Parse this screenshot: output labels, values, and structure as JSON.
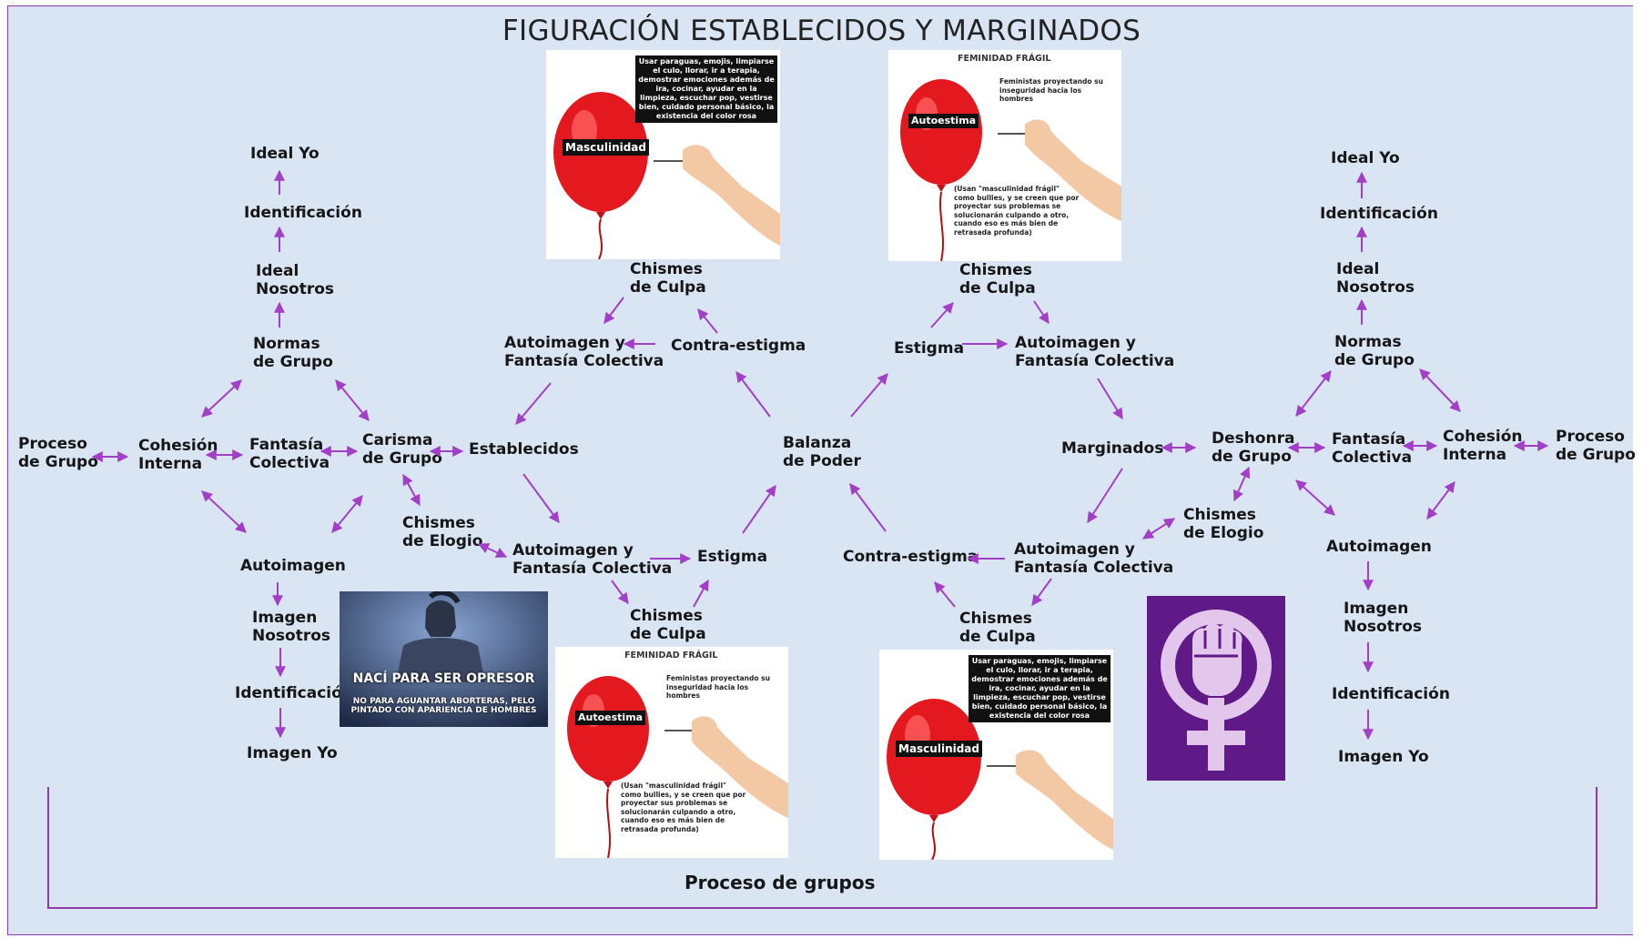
{
  "title": "FIGURACIÓN ESTABLECIDOS Y MARGINADOS",
  "footer": "Proceso de grupos",
  "colors": {
    "arrow": "#a23fc6",
    "frame": "#8e3aa8",
    "background": "#dae5f4",
    "feminist_bg": "#5f1a88",
    "feminist_symbol": "#e2c6ec",
    "balloon": "#e4191f"
  },
  "left": {
    "ideal_yo": "Ideal Yo",
    "identificacion_top": "Identificación",
    "ideal_nosotros": "Ideal\nNosotros",
    "normas": "Normas\nde Grupo",
    "proceso": "Proceso\nde Grupo",
    "cohesion": "Cohesión\nInterna",
    "fantasia": "Fantasía\nColectiva",
    "carisma": "Carisma\nde Grupo",
    "establecidos": "Establecidos",
    "chismes_elogio": "Chismes\nde Elogio",
    "autoimagen": "Autoimagen",
    "imagen_nosotros": "Imagen\nNosotros",
    "identificacion_bottom": "Identificación",
    "imagen_yo": "Imagen Yo"
  },
  "center": {
    "chismes_culpa_tl": "Chismes\nde Culpa",
    "autoimagen_tl": "Autoimagen y\nFantasía Colectiva",
    "contra_estigma_t": "Contra-estigma",
    "chismes_culpa_tr": "Chismes\nde Culpa",
    "estigma_t": "Estigma",
    "autoimagen_tr": "Autoimagen y\nFantasía Colectiva",
    "balanza": "Balanza\nde Poder",
    "autoimagen_bl": "Autoimagen y\nFantasía Colectiva",
    "estigma_b": "Estigma",
    "chismes_culpa_bl": "Chismes\nde Culpa",
    "contra_estigma_b": "Contra-estigma",
    "autoimagen_br": "Autoimagen y\nFantasía Colectiva",
    "chismes_culpa_br": "Chismes\nde Culpa"
  },
  "right": {
    "ideal_yo": "Ideal Yo",
    "identificacion_top": "Identificación",
    "ideal_nosotros": "Ideal\nNosotros",
    "normas": "Normas\nde Grupo",
    "marginados": "Marginados",
    "deshonra": "Deshonra\nde Grupo",
    "fantasia": "Fantasía\nColectiva",
    "cohesion": "Cohesión\nInterna",
    "proceso": "Proceso\nde Grupo",
    "chismes_elogio": "Chismes\nde Elogio",
    "autoimagen": "Autoimagen",
    "imagen_nosotros": "Imagen\nNosotros",
    "identificacion_bottom": "Identificación",
    "imagen_yo": "Imagen Yo"
  },
  "images": {
    "masculinidad": {
      "caption": "Usar paraguas, emojis, limpiarse el culo, llorar, ir a terapia, demostrar emociones además de ira, cocinar, ayudar en la limpieza, escuchar pop, vestirse bien, cuidado personal básico, la existencia del color rosa",
      "label": "Masculinidad",
      "icon": "balloon-pin-icon"
    },
    "feminidad": {
      "heading": "FEMINIDAD FRÁGIL",
      "note_top": "Feministas proyectando su inseguridad hacia los hombres",
      "label": "Autoestima",
      "note_bottom": "(Usan \"masculinidad frágil\" como bullies, y se creen que por proyectar sus problemas se solucionarán culpando a otro, cuando eso es más bien de retrasada profunda)",
      "icon": "balloon-pin-icon"
    },
    "spartan": {
      "headline": "NACÍ PARA SER OPRESOR",
      "subline": "NO PARA AGUANTAR ABORTERAS, PELO PINTADO CON APARIENCIA DE HOMBRES",
      "icon": "spartan-warrior-icon"
    },
    "feminist_symbol": {
      "icon": "feminist-fist-icon"
    }
  }
}
